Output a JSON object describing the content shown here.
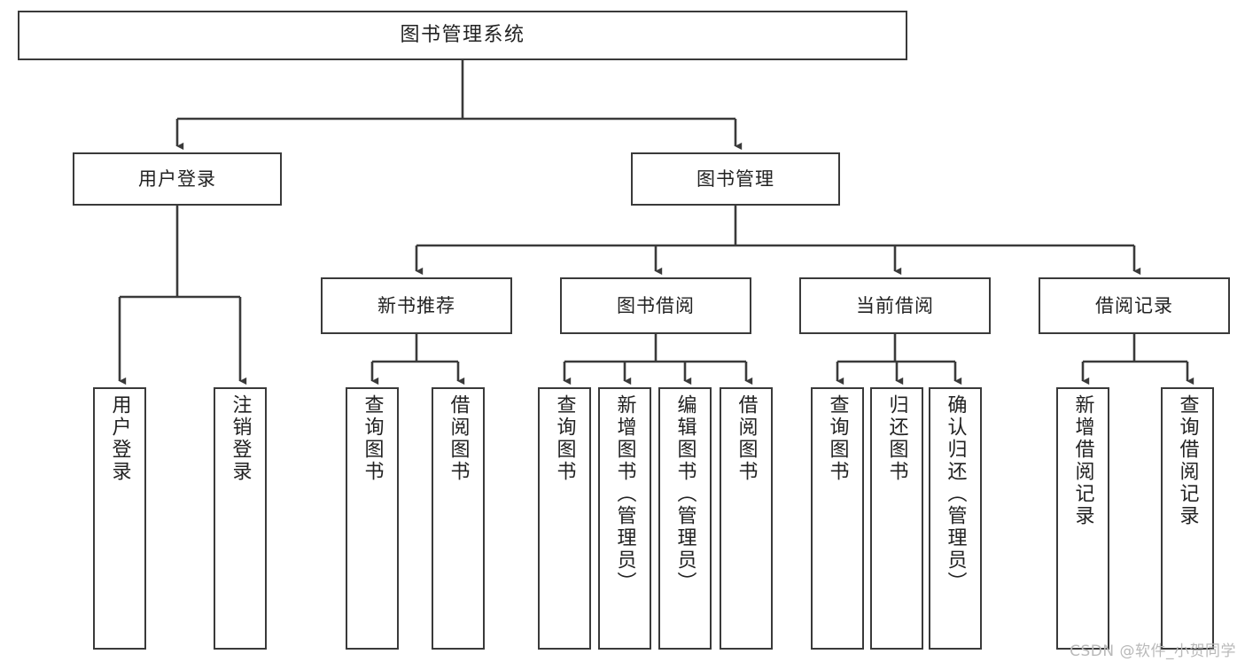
{
  "diagram": {
    "title": "图书管理系统",
    "watermark": "CSDN @软件_小贺同学",
    "line_color": "#3a3a3a",
    "background": "#ffffff",
    "text_color": "#222222"
  },
  "nodes": {
    "root": {
      "label": "图书管理系统"
    },
    "level2": [
      {
        "id": "user-login",
        "label": "用户登录"
      },
      {
        "id": "book-management",
        "label": "图书管理"
      }
    ],
    "level3": [
      {
        "id": "new-book-recommend",
        "label": "新书推荐"
      },
      {
        "id": "book-borrow",
        "label": "图书借阅"
      },
      {
        "id": "current-borrow",
        "label": "当前借阅"
      },
      {
        "id": "borrow-record",
        "label": "借阅记录"
      }
    ],
    "leaves": {
      "user_login": [
        {
          "id": "leaf-user-login",
          "label": "用户登录"
        },
        {
          "id": "leaf-logout-login",
          "label": "注销登录"
        }
      ],
      "new_book_recommend": [
        {
          "id": "leaf-query-book-1",
          "label": "查询图书"
        },
        {
          "id": "leaf-borrow-book-1",
          "label": "借阅图书"
        }
      ],
      "book_borrow": [
        {
          "id": "leaf-query-book-2",
          "label": "查询图书"
        },
        {
          "id": "leaf-add-book",
          "label": "新增图书（管理员）"
        },
        {
          "id": "leaf-edit-book",
          "label": "编辑图书（管理员）"
        },
        {
          "id": "leaf-borrow-book-2",
          "label": "借阅图书"
        }
      ],
      "current_borrow": [
        {
          "id": "leaf-query-book-3",
          "label": "查询图书"
        },
        {
          "id": "leaf-return-book",
          "label": "归还图书"
        },
        {
          "id": "leaf-confirm-return",
          "label": "确认归还（管理员）"
        }
      ],
      "borrow_record": [
        {
          "id": "leaf-add-record",
          "label": "新增借阅记录"
        },
        {
          "id": "leaf-query-record",
          "label": "查询借阅记录"
        }
      ]
    }
  },
  "chart_data": {
    "type": "tree-diagram",
    "title": "图书管理系统",
    "orientation": "top-down",
    "levels": 4,
    "edges": [
      {
        "from": "图书管理系统",
        "to": "用户登录"
      },
      {
        "from": "图书管理系统",
        "to": "图书管理"
      },
      {
        "from": "用户登录",
        "to": "用户登录"
      },
      {
        "from": "用户登录",
        "to": "注销登录"
      },
      {
        "from": "图书管理",
        "to": "新书推荐"
      },
      {
        "from": "图书管理",
        "to": "图书借阅"
      },
      {
        "from": "图书管理",
        "to": "当前借阅"
      },
      {
        "from": "图书管理",
        "to": "借阅记录"
      },
      {
        "from": "新书推荐",
        "to": "查询图书"
      },
      {
        "from": "新书推荐",
        "to": "借阅图书"
      },
      {
        "from": "图书借阅",
        "to": "查询图书"
      },
      {
        "from": "图书借阅",
        "to": "新增图书（管理员）"
      },
      {
        "from": "图书借阅",
        "to": "编辑图书（管理员）"
      },
      {
        "from": "图书借阅",
        "to": "借阅图书"
      },
      {
        "from": "当前借阅",
        "to": "查询图书"
      },
      {
        "from": "当前借阅",
        "to": "归还图书"
      },
      {
        "from": "当前借阅",
        "to": "确认归还（管理员）"
      },
      {
        "from": "借阅记录",
        "to": "新增借阅记录"
      },
      {
        "from": "借阅记录",
        "to": "查询借阅记录"
      }
    ]
  }
}
